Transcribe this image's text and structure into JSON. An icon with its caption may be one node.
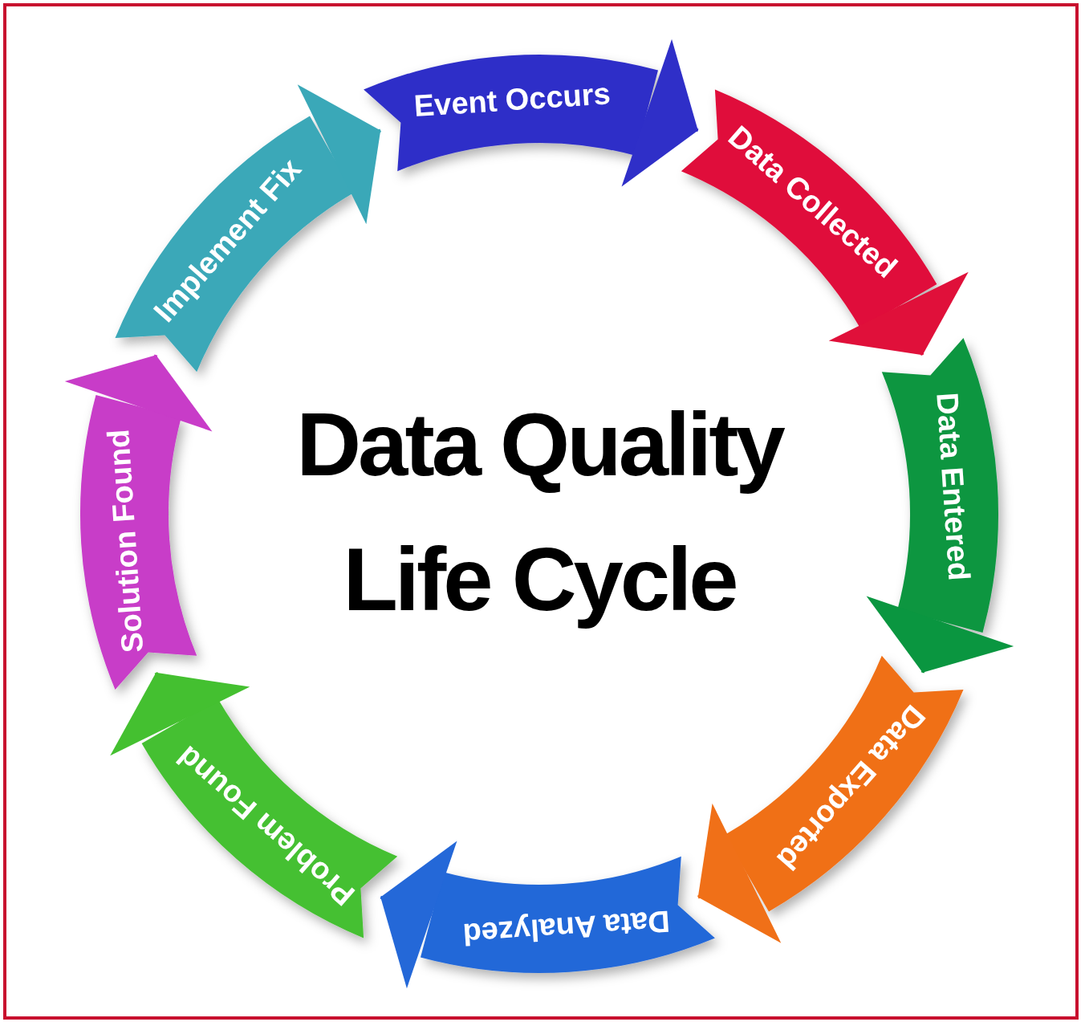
{
  "diagram": {
    "title": "Data Quality Life Cycle",
    "nodes": [
      {
        "text": [
          "Event Occurs"
        ]
      },
      {
        "text": [
          "Data Collected"
        ]
      },
      {
        "text": [
          "Data Entered"
        ]
      },
      {
        "text": [
          "Data Exported"
        ]
      },
      {
        "text": [
          "Data Analyzed"
        ]
      },
      {
        "text": [
          "Problem Found"
        ]
      },
      {
        "text": [
          "Solution Found"
        ]
      },
      {
        "text": [
          "Implement Fix"
        ]
      }
    ],
    "edges": [
      {
        "from": 0,
        "to": 1,
        "arrow": "to",
        "color": "#2f2fc8"
      },
      {
        "from": 1,
        "to": 2,
        "arrow": "to",
        "color": "#e0103a"
      },
      {
        "from": 2,
        "to": 3,
        "arrow": "to",
        "color": "#0a9640"
      },
      {
        "from": 3,
        "to": 4,
        "arrow": "to",
        "color": "#f07018"
      },
      {
        "from": 4,
        "to": 5,
        "arrow": "to",
        "color": "#2468d8"
      },
      {
        "from": 5,
        "to": 6,
        "arrow": "to",
        "color": "#44c030"
      },
      {
        "from": 6,
        "to": 7,
        "arrow": "to",
        "color": "#c83cc8"
      },
      {
        "from": 7,
        "to": 0,
        "arrow": "to",
        "color": "#3aa8b8"
      }
    ]
  }
}
